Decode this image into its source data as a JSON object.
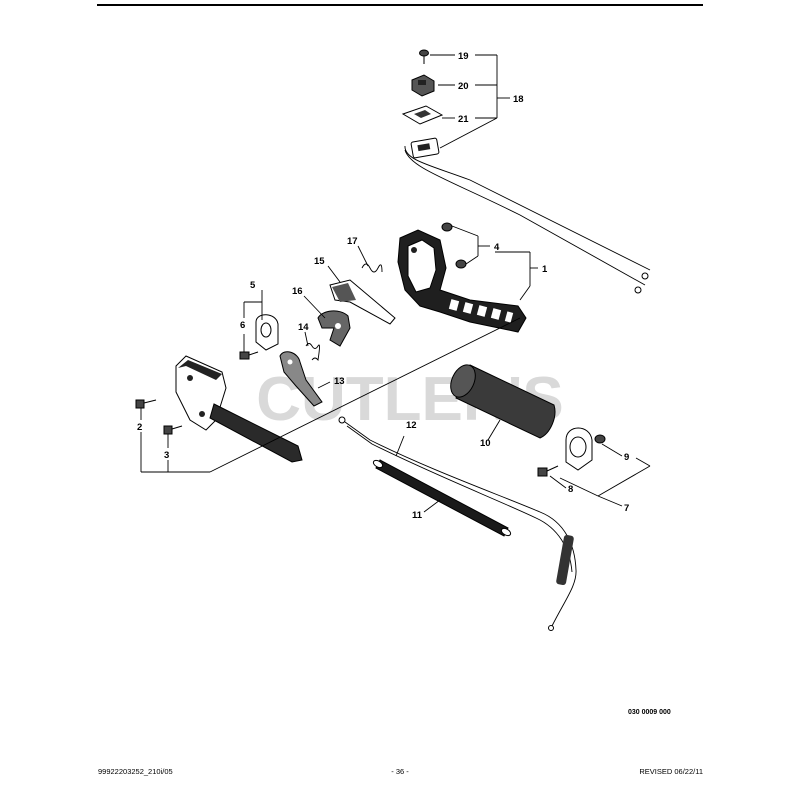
{
  "callouts": {
    "c1": "1",
    "c2": "2",
    "c3": "3",
    "c4": "4",
    "c5": "5",
    "c6": "6",
    "c7": "7",
    "c8": "8",
    "c9": "9",
    "c10": "10",
    "c11": "11",
    "c12": "12",
    "c13": "13",
    "c14": "14",
    "c15": "15",
    "c16": "16",
    "c17": "17",
    "c18": "18",
    "c19": "19",
    "c20": "20",
    "c21": "21"
  },
  "watermark": "CUTLER'S",
  "diagram_code": "030 0009 000",
  "footer": {
    "left": "99922203252_210i/05",
    "center": "- 36 -",
    "right": "REVISED 06/22/11"
  },
  "colors": {
    "ink": "#000000",
    "part_fill": "#ffffff",
    "dark_fill": "#1a1a1a",
    "watermark": "#d9d9d9",
    "grip": "#3a3a3a"
  }
}
